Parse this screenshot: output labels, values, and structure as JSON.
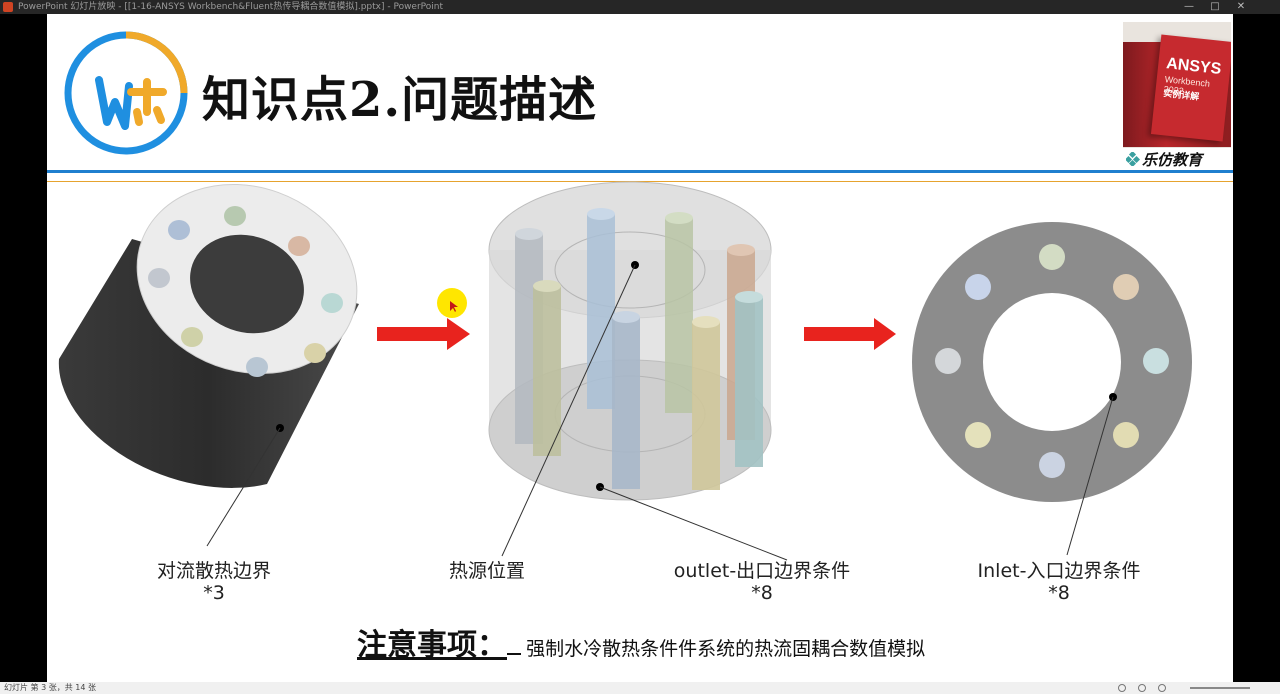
{
  "window": {
    "title": "PowerPoint 幻灯片放映 - [[1-16-ANSYS Workbench&Fluent热传导耦合数值模拟].pptx] - PowerPoint",
    "controls": [
      "—",
      "□",
      "✕"
    ]
  },
  "slide": {
    "title": "知识点2.问题描述",
    "brand_text": "乐仿教育",
    "book": {
      "line1": "ANSYS",
      "line2": "Workbench 2022",
      "line3": "实例详解"
    },
    "labels": {
      "convection": "对流散热边界",
      "convection_count": "*3",
      "heat_source": "热源位置",
      "outlet": "outlet-出口边界条件",
      "outlet_count": "*8",
      "inlet": "Inlet-入口边界条件",
      "inlet_count": "*8"
    },
    "note": {
      "heading": "注意事项：",
      "text": "强制水冷散热条件件系统的热流固耦合数值模拟"
    },
    "colors": {
      "accent_blue": "#1f7fcf",
      "accent_orange": "#e6a32e",
      "arrow_red": "#e8231e"
    }
  },
  "statusbar": {
    "slide_info": "幻灯片 第 3 张，共 14 张"
  }
}
